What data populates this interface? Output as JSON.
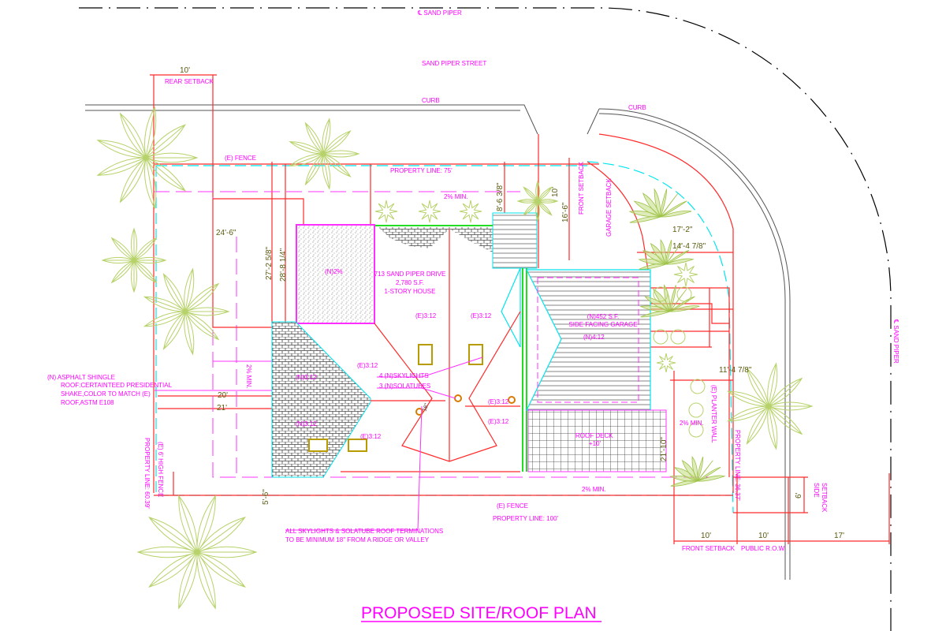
{
  "title": "PROPOSED SITE/ROOF PLAN",
  "colors": {
    "annotation": "#ff00ff",
    "dimension": "#5a5a10",
    "wall": "#ff2a2a",
    "property_line": "#00e5ee",
    "landscape": "#b7d26a",
    "green_edge": "#22dd22"
  },
  "street": {
    "centerline_top": "℄ SAND PIPER",
    "centerline_side": "℄ SAND PIPER",
    "name": "SAND PIPER STREET",
    "curb_top": "CURB",
    "curb_corner": "CURB"
  },
  "setbacks": {
    "rear_dim": "10'",
    "rear_label": "REAR SETBACK",
    "front_dim_1": "10'",
    "front_dim_2": "16'-6\"",
    "front_label": "FRONT SETBACK",
    "garage_label": "GARAGE SETBACK",
    "side_dim": "6'",
    "side_label_1": "SIDE",
    "side_label_2": "SETBACK",
    "bottom_front_dim": "10'",
    "bottom_front_label": "FRONT SETBACK",
    "row_dim": "10'",
    "row_label": "PUBLIC R.O.W.",
    "street_dim": "17'"
  },
  "property": {
    "top": "PROPERTY LINE:  75'",
    "bottom": "PROPERTY LINE:  100'",
    "left": "PROPERTY LINE:  60.39'",
    "right": "PROPERTY LINE:  36.37'",
    "fence_top": "(E)  FENCE",
    "fence_bottom": "(E)  FENCE",
    "fence_left": "(E)  6' HIGH FENCE",
    "planter": "(E)  PLANTER WALL"
  },
  "dims": {
    "d8_6": "8'-6 3/8\"",
    "d24_6": "24'-6\"",
    "d27_2": "27'-2 5/8\"",
    "d28_8": "28'-8 1/4\"",
    "d17_2": "17'-2\"",
    "d14_4": "14'-4 7/8\"",
    "d20": "20'",
    "d21": "21'",
    "d11_4": "11'-4 7/8\"",
    "d21_10": "21'-10\"",
    "d5_6": "5'-6\"",
    "d18": "18\""
  },
  "slopes": {
    "min_top": "2% MIN.",
    "min_left": "2% MIN.",
    "min_right": "2% MIN.",
    "min_bottom": "2% MIN.",
    "n2": "(N)2%",
    "e312_a": "(E)3:12",
    "e312_b": "(E)3:12",
    "e312_c": "(E)3:12",
    "e312_d": "(E)3:12",
    "e312_e": "(E)3:12",
    "e312_f": "(E)3:12",
    "n312_a": "(N)3:12",
    "n312_b": "(N)3:12",
    "n412": "(N)4:12"
  },
  "house": {
    "address": "713 SAND PIPER DRIVE",
    "area": "2,780 S.F.",
    "type": "1-STORY HOUSE"
  },
  "garage": {
    "area": "(N)452 S.F.",
    "label": "SIDE FACING GARAGE"
  },
  "deck": {
    "label": "ROOF DECK",
    "elev": "+10'"
  },
  "notes": {
    "shingle": [
      "(N)  ASPHALT SHINGLE",
      "ROOF:CERTAINTEED PRESIDENTIAL",
      "SHAKE,COLOR TO MATCH (E)",
      "ROOF,ASTM E108"
    ],
    "skylights": "4  (N)SKYLIGHTS",
    "solatubes": "3  (N)SOLATUBES",
    "terminations": [
      "ALL SKYLIGHTS & SOLATUBE ROOF TERMINATIONS",
      "TO BE MINIMUM 18\" FROM A RIDGE OR VALLEY"
    ]
  }
}
